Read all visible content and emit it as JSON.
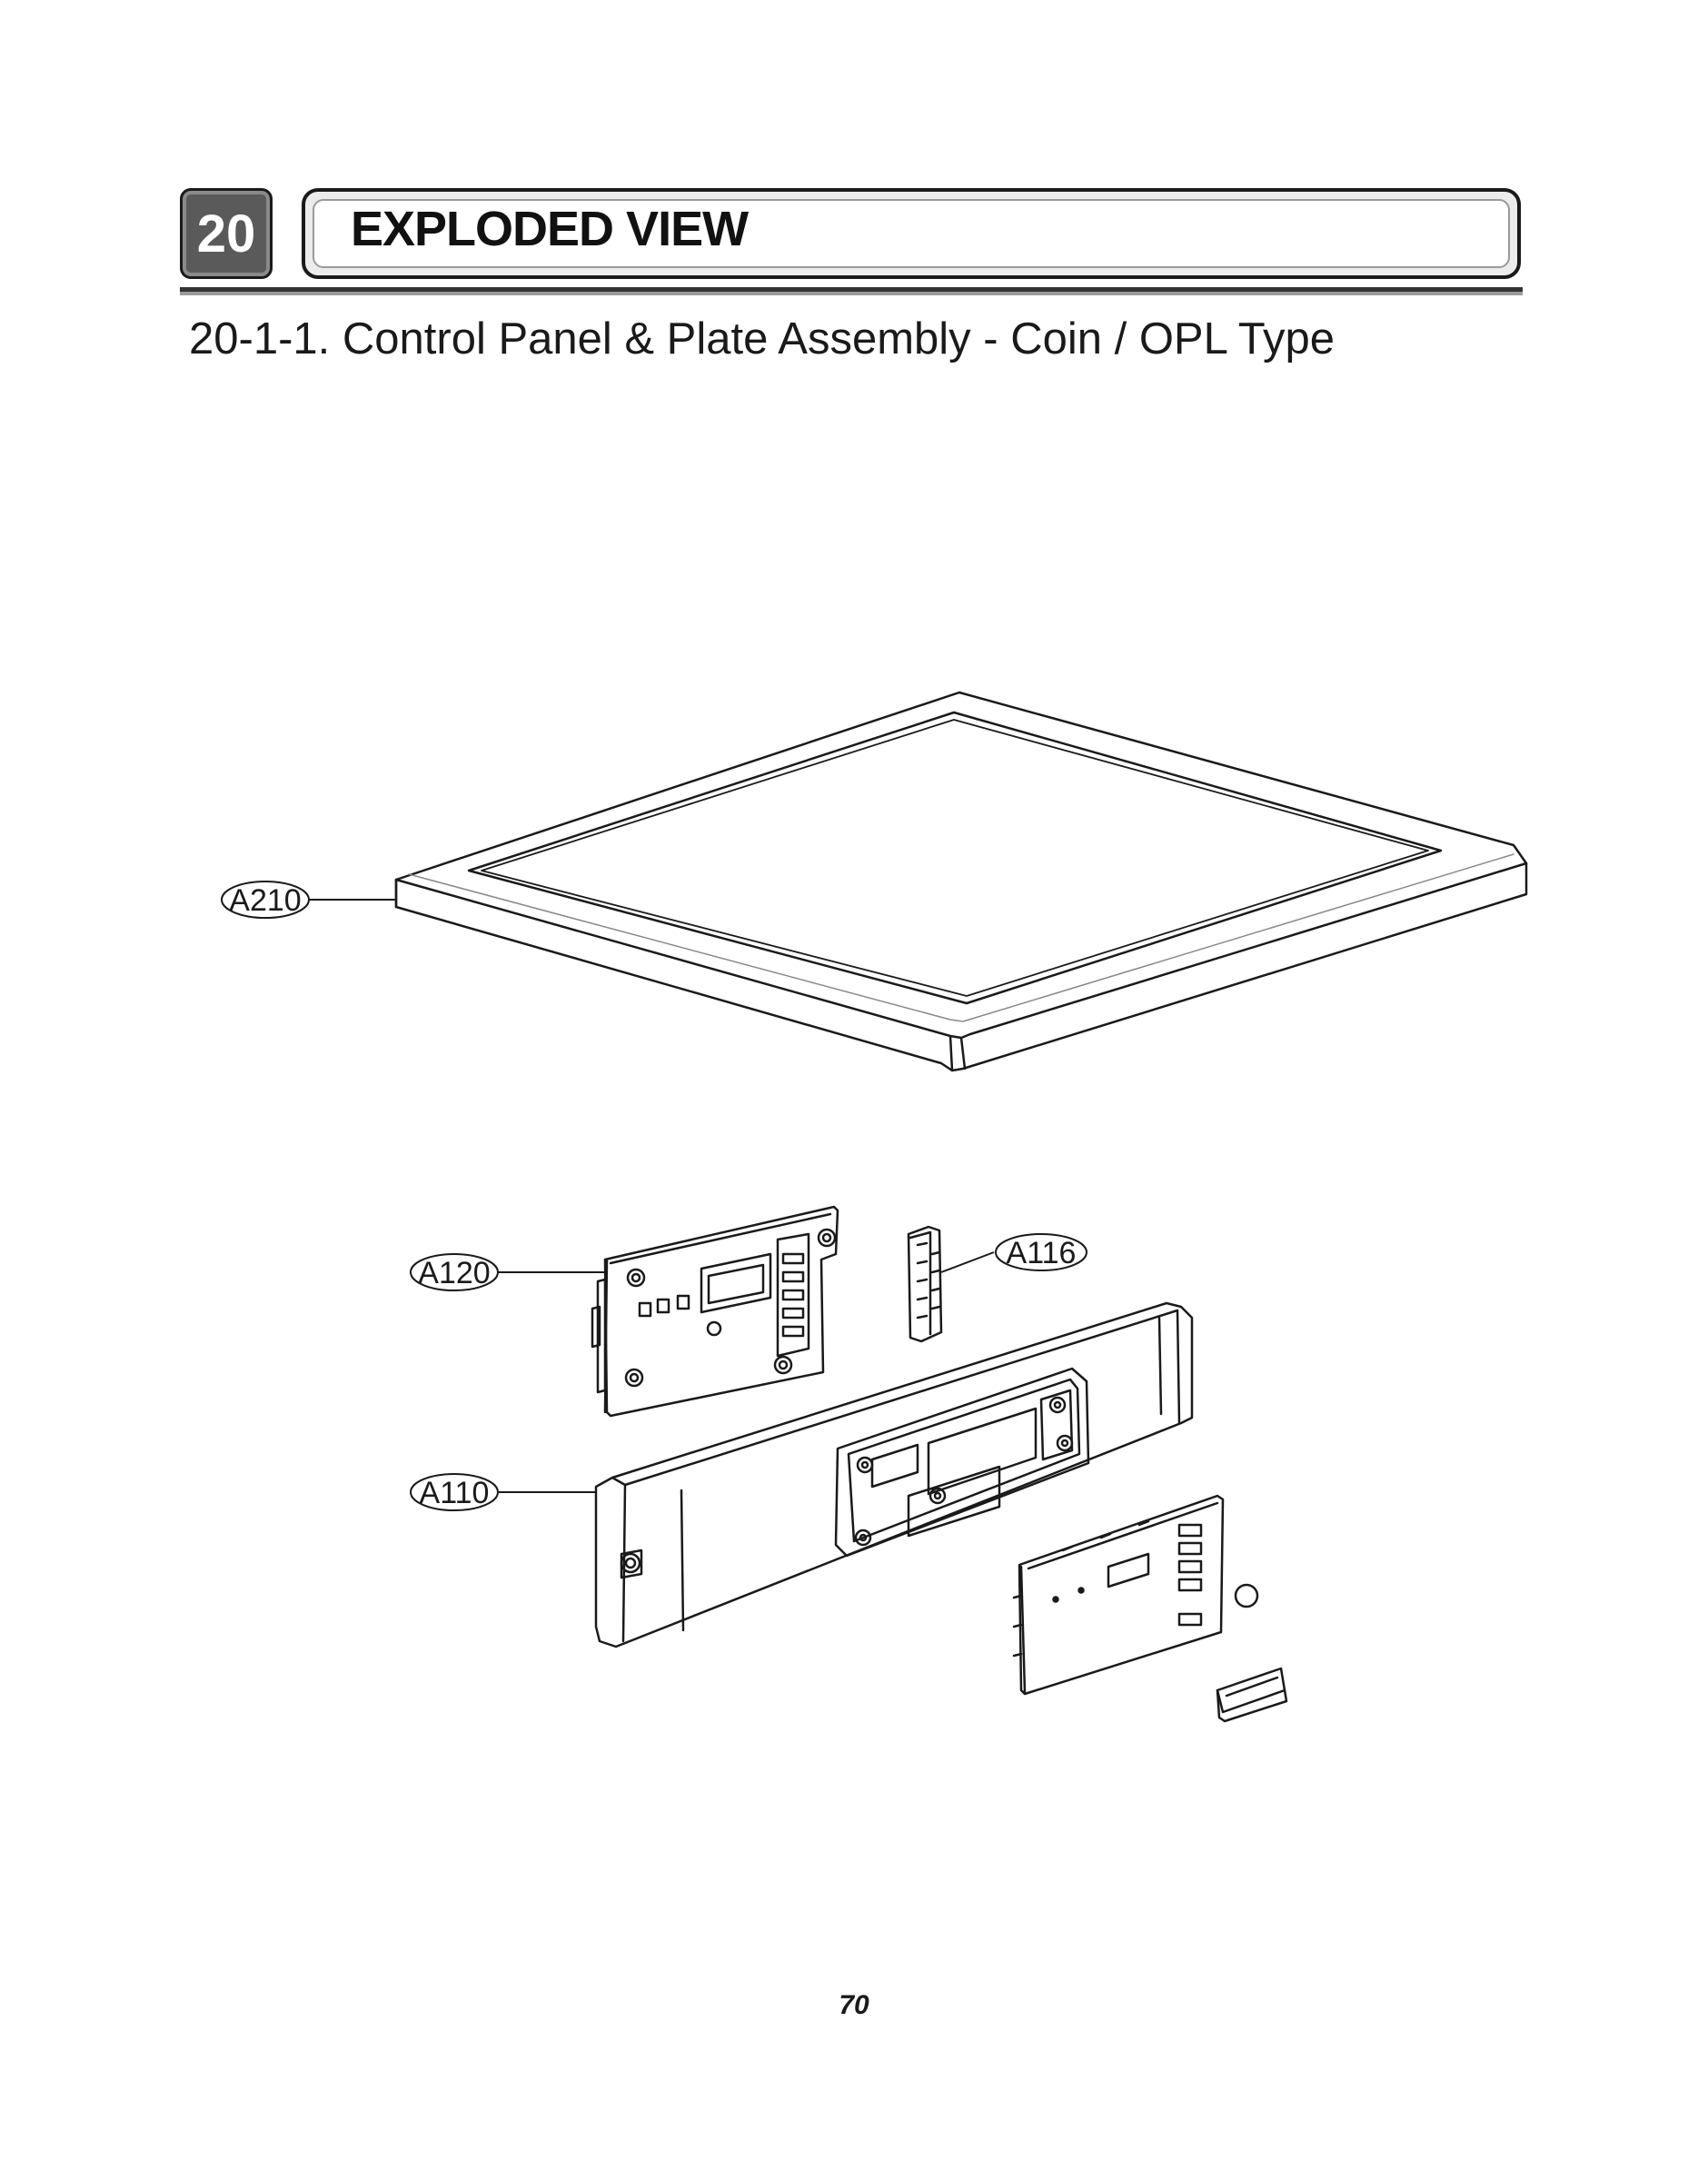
{
  "header": {
    "section_number": "20",
    "section_title": "EXPLODED VIEW"
  },
  "subtitle": "20-1-1. Control Panel & Plate Assembly - Coin / OPL Type",
  "callouts": {
    "top_plate": "A210",
    "pcb_assembly": "A120",
    "knob": "A116",
    "control_panel": "A110"
  },
  "page_number": "70"
}
